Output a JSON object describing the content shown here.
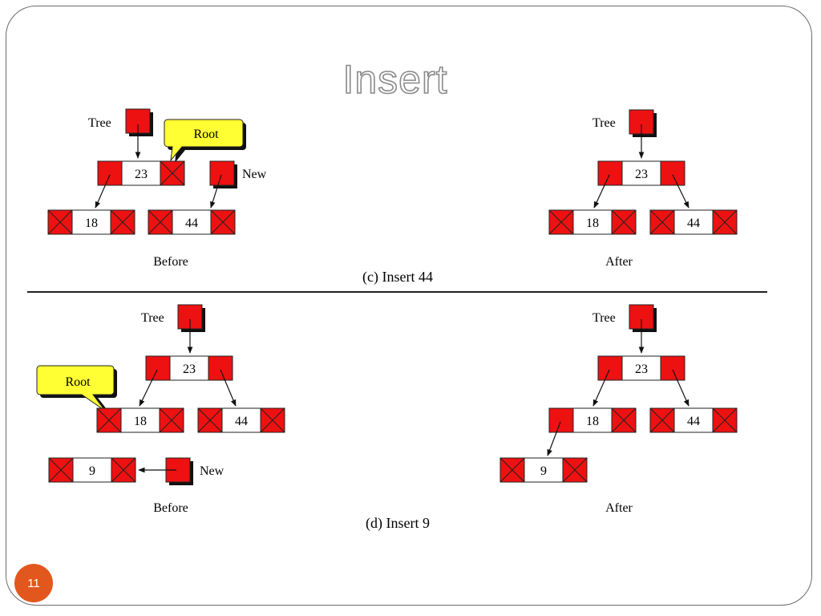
{
  "slide": {
    "title": "Insert",
    "page_number": "11"
  },
  "colors": {
    "node_fill": "#ee1111",
    "node_stroke": "#222222",
    "callout_fill": "#ffff33",
    "shadow": "#111111",
    "divider": "#222222"
  },
  "labels": {
    "tree": "Tree",
    "new": "New",
    "root": "Root",
    "before": "Before",
    "after": "After"
  },
  "captions": {
    "c": "(c) Insert 44",
    "d": "(d) Insert 9"
  },
  "keys": {
    "k23": "23",
    "k18": "18",
    "k44": "44",
    "k9": "9"
  }
}
